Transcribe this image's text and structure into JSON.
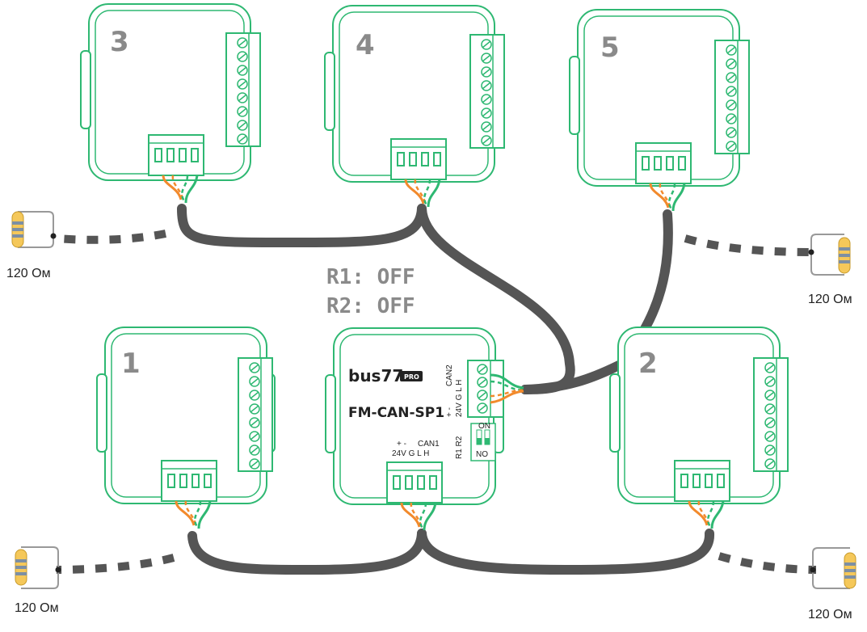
{
  "devices": [
    {
      "id": "3",
      "label": "3"
    },
    {
      "id": "4",
      "label": "4"
    },
    {
      "id": "5",
      "label": "5"
    },
    {
      "id": "1",
      "label": "1"
    },
    {
      "id": "2",
      "label": "2"
    }
  ],
  "hub": {
    "brand": "bus77",
    "brand_badge": "PRO",
    "model": "FM-CAN-SP1",
    "can1_label": "CAN1",
    "can2_label": "CAN2",
    "can1_pins": "24V  G   L   H",
    "can2_pins": "24V  G   L   H",
    "plus_minus": "+     -",
    "switch_labels": "R1 R2",
    "switch_on": "ON",
    "switch_no": "NO"
  },
  "resistor_settings": {
    "r1": "R1: OFF",
    "r2": "R2: OFF"
  },
  "terminators": [
    {
      "id": "top-left",
      "label": "120 Ом"
    },
    {
      "id": "top-right",
      "label": "120 Ом"
    },
    {
      "id": "bottom-left",
      "label": "120 Ом"
    },
    {
      "id": "bottom-right",
      "label": "120 Ом"
    }
  ],
  "colors": {
    "device_outline": "#2eb872",
    "cable": "#555555",
    "wire_orange": "#f28a2c",
    "wire_green": "#2eb872",
    "label_gray": "#8a8a8a",
    "resistor_body": "#f5c85a"
  }
}
